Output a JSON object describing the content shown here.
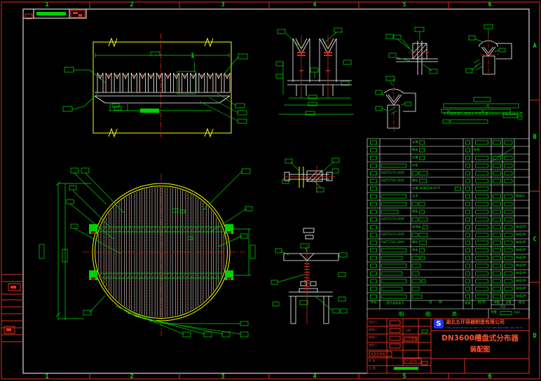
{
  "sheet": {
    "zones_top": [
      "1",
      "2",
      "3",
      "4",
      "5",
      "6"
    ],
    "zones_bottom": [
      "1",
      "2",
      "3",
      "4",
      "5",
      "6"
    ],
    "zones_right": [
      "A",
      "B",
      "C",
      "D"
    ]
  },
  "detail_label": "1",
  "notes_line": "分布器安装后盘面水平度允差≤2mm 焊后清除焊渣",
  "parts_table": {
    "header": {
      "c0": "件号",
      "c1": "图号或标准号",
      "c2": "名  称",
      "c3": "数量",
      "c4": "材 料",
      "c5": "单重",
      "c6": "总重",
      "unit": "(kg)",
      "c7": "备注"
    },
    "footer": {
      "title": "明 细 表",
      "total": "共重",
      "unit": "(kg)"
    },
    "rows": [
      [
        "#9",
        "",
        "支撑|#7",
        "#6",
        "#18",
        "#11",
        "#11",
        ""
      ],
      [
        "#9",
        "",
        "鞍座|#7",
        "#6",
        "碳钢",
        "/",
        "",
        ""
      ],
      [
        "#9",
        "",
        "支撑|#7",
        "#6",
        "#18",
        "#11",
        "#11",
        ""
      ],
      [
        "#9",
        "#36",
        "支板",
        "#6",
        "#18",
        "#11",
        "#11",
        ""
      ],
      [
        "#9",
        "GB/T6170-2000",
        "#8|#12",
        "#6",
        "#18",
        "#11",
        "#11",
        ""
      ],
      [
        "#9",
        "GB/T5782-2000",
        "螺栓|#10",
        "#6",
        "#18",
        "#11",
        "#11",
        ""
      ],
      [
        "#9",
        "",
        "支撑|Φ3600/Φ3475|#8",
        "#6",
        "#18",
        "",
        "",
        ""
      ],
      [
        "#9",
        "#36",
        "支承",
        "#6",
        "#18",
        "#11",
        "#11",
        "栅板间"
      ],
      [
        "#9",
        "#36",
        "#8|#8",
        "#6",
        "#18",
        "#11",
        "#11",
        ""
      ],
      [
        "#9",
        "#24",
        "横板|#7",
        "#6",
        "#18",
        "#11",
        "#11",
        ""
      ],
      [
        "#9",
        "GB/T6170-2000",
        "#8|#12",
        "#6",
        "#18",
        "#11",
        "#11",
        ""
      ],
      [
        "#9",
        "",
        "连接板|#7",
        "#6",
        "#18",
        "#11",
        "#11",
        "每组2件"
      ],
      [
        "#9",
        "GB/T6170-2000",
        "#8|#12",
        "#6",
        "#18",
        "#11",
        "#11",
        "每组4件"
      ],
      [
        "#9",
        "GB/T5782-2000",
        "螺栓|#10",
        "#6",
        "#18",
        "#11",
        "#11",
        "每组4件"
      ],
      [
        "#9",
        "#36",
        "垫板|#7",
        "#6",
        "#18",
        "#11",
        "#11",
        "每组4件"
      ],
      [
        "#9",
        "#30",
        "#10|#6",
        "#6",
        "#18",
        "#11",
        "#11",
        "每组4件"
      ],
      [
        "#9",
        "#36",
        "#12",
        "#6",
        "#18",
        "#11",
        "#11",
        "每组4件"
      ],
      [
        "#9",
        "#30",
        "#10",
        "#6",
        "#18",
        "#11",
        "#11",
        "每组4件"
      ],
      [
        "#9",
        "#36",
        "#12|#5",
        "#6",
        "#18",
        "#11",
        "#11",
        "每组4件"
      ],
      [
        "#9",
        "#30",
        "#10",
        "#6",
        "#18",
        "#11",
        "#11",
        "每组4件"
      ],
      [
        "#9",
        "#36",
        "#14",
        "#6",
        "#18",
        "#11",
        "#11",
        "每组2件"
      ]
    ]
  },
  "title_block": {
    "fields": [
      {
        "label": "设计人"
      },
      {
        "label": "制图人"
      },
      {
        "label": "审核人"
      },
      {
        "label": "审定人"
      },
      {
        "label": "标准化审查"
      },
      {
        "label": "批 准"
      },
      {
        "label": "日 期"
      }
    ],
    "mid_labels": [
      {
        "label": "日期"
      },
      {
        "label": "工艺审查"
      },
      {
        "label": "产品检验"
      }
    ],
    "logo": "S",
    "company": "湖北五环容器制造有限公司",
    "website": "http://www.hbwh-rq.com.cn  E-mail:whrq@public.wh.hb.cn",
    "title1": "DN3600槽盘式分布器",
    "title2": "装配图"
  },
  "colors": {
    "background": "#000000",
    "line_green": "#00e000",
    "line_yellow": "#ffff00",
    "line_red": "#e03020",
    "line_white": "#ffffff",
    "logo_blue": "#2233ee",
    "title_red": "#ff5030"
  }
}
